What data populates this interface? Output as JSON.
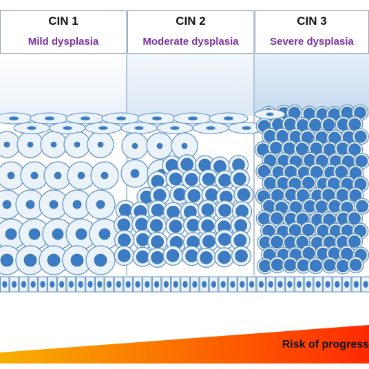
{
  "stages": [
    {
      "title": "CIN 1",
      "subtitle": "Mild dysplasia"
    },
    {
      "title": "CIN 2",
      "subtitle": "Moderate dysplasia"
    },
    {
      "title": "CIN 3",
      "subtitle": "Severe dysplasia"
    }
  ],
  "risk_label": "Risk of progress",
  "colors": {
    "cell_fill": "#eaf2fa",
    "cell_stroke": "#5f8fbf",
    "nucleus": "#3b7cc4",
    "title_text": "#111111",
    "subtitle_text": "#7b2fa0",
    "bar_start": "#f7b000",
    "bar_end": "#ff2a00"
  }
}
